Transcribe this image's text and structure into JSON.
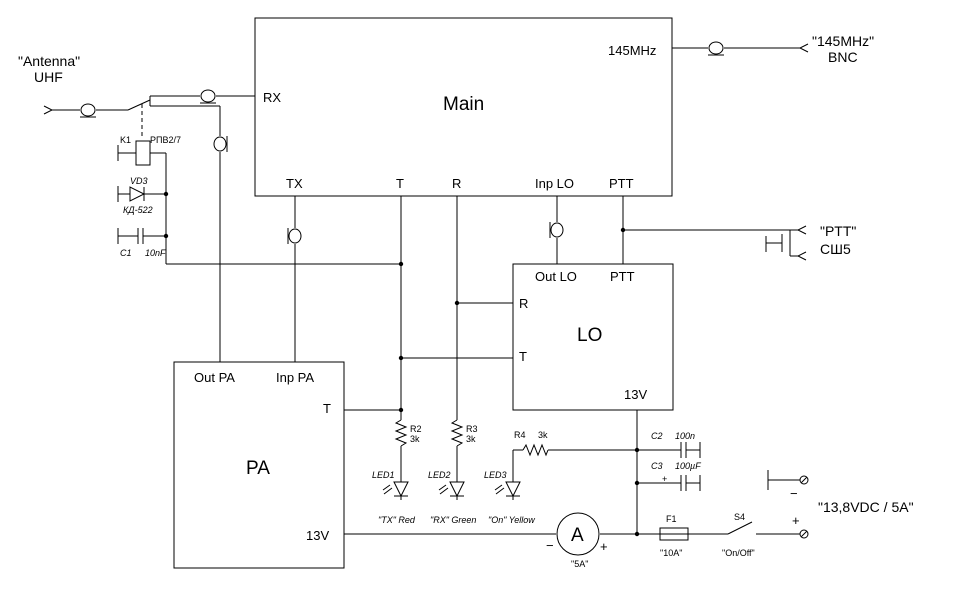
{
  "blocks": {
    "main": {
      "title": "Main",
      "pin_145": "145MHz",
      "pin_rx": "RX",
      "pin_tx": "TX",
      "pin_t": "T",
      "pin_r": "R",
      "pin_inp_lo": "Inp LO",
      "pin_ptt": "PTT"
    },
    "lo": {
      "title": "LO",
      "pin_out_lo": "Out LO",
      "pin_ptt": "PTT",
      "pin_r": "R",
      "pin_t": "T",
      "pin_13v": "13V"
    },
    "pa": {
      "title": "PA",
      "pin_out_pa": "Out PA",
      "pin_inp_pa": "Inp PA",
      "pin_t": "T",
      "pin_13v": "13V"
    }
  },
  "connectors": {
    "antenna": {
      "line1": "\"Antenna\"",
      "line2": "UHF"
    },
    "bnc": {
      "line1": "\"145MHz\"",
      "line2": "BNC"
    },
    "ptt": {
      "line1": "\"PTT\"",
      "line2": "СШ5"
    },
    "power": {
      "label": "\"13,8VDC / 5A\"",
      "minus": "−",
      "plus": "+"
    }
  },
  "components": {
    "k1": {
      "ref": "K1",
      "type": "РПВ2/7"
    },
    "vd3": {
      "ref": "VD3",
      "type": "КД-522"
    },
    "c1": {
      "ref": "C1",
      "value": "10nF"
    },
    "r2": {
      "ref": "R2",
      "value": "3k"
    },
    "r3": {
      "ref": "R3",
      "value": "3k"
    },
    "r4": {
      "ref": "R4",
      "value": "3k"
    },
    "led1": {
      "ref": "LED1",
      "caption": "\"TX\" Red"
    },
    "led2": {
      "ref": "LED2",
      "caption": "\"RX\" Green"
    },
    "led3": {
      "ref": "LED3",
      "caption": "\"On\" Yellow"
    },
    "c2": {
      "ref": "C2",
      "value": "100n"
    },
    "c3": {
      "ref": "C3",
      "value": "100µF",
      "polarity": "+"
    },
    "ammeter": {
      "symbol": "A",
      "caption": "\"5A\"",
      "minus": "−",
      "plus": "+"
    },
    "f1": {
      "ref": "F1",
      "caption": "\"10A\""
    },
    "s4": {
      "ref": "S4",
      "caption": "\"On/Off\""
    }
  }
}
